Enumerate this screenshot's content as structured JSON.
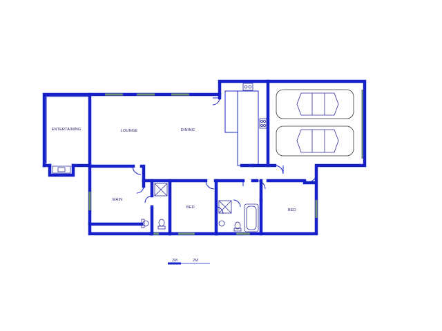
{
  "rooms": {
    "entertaining": "ENTERTAINING",
    "lounge": "LOUNGE",
    "dining": "DINING",
    "main": "MAIN",
    "bed1": "BED",
    "bed2": "BED"
  },
  "scale": {
    "left_label": "2M",
    "right_label": "2M"
  },
  "colors": {
    "wall": "#1520c8",
    "window": "#6b8f6b"
  }
}
